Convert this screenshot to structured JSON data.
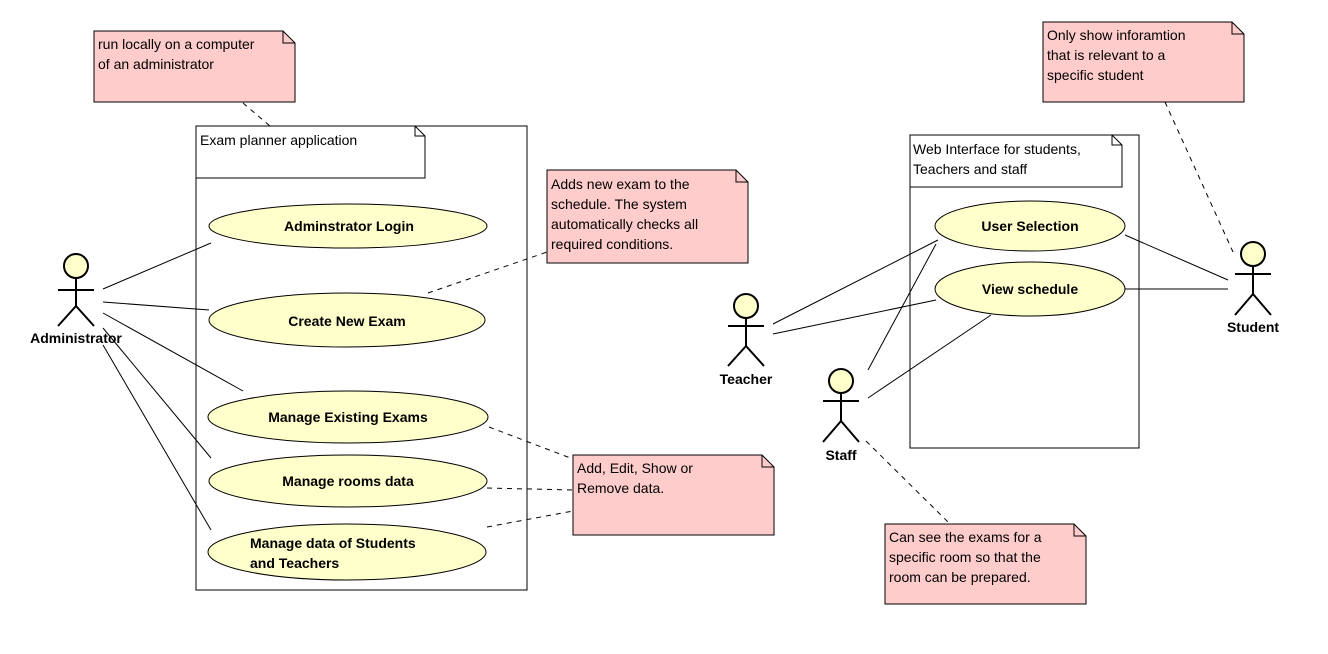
{
  "colors": {
    "note_fill": "#ffcccc",
    "usecase_fill": "#ffffcc",
    "actor_fill": "#ffffcc",
    "system_fill": "#ffffff",
    "stroke": "#000000"
  },
  "systems": {
    "exam_planner": {
      "title": "Exam planner application"
    },
    "web_interface": {
      "title_lines": [
        "Web Interface for students,",
        "Teachers and staff"
      ]
    }
  },
  "actors": {
    "administrator": "Administrator",
    "teacher": "Teacher",
    "staff": "Staff",
    "student": "Student"
  },
  "use_cases": {
    "admin_login": [
      "Adminstrator Login"
    ],
    "create_exam": [
      "Create New Exam"
    ],
    "manage_exams": [
      "Manage Existing Exams"
    ],
    "manage_rooms": [
      "Manage rooms data"
    ],
    "manage_people": [
      "Manage data of Students",
      "and Teachers"
    ],
    "user_selection": [
      "User Selection"
    ],
    "view_schedule": [
      "View schedule"
    ]
  },
  "notes": {
    "run_locally": [
      "run locally on a computer",
      "of an administrator"
    ],
    "adds_exam": [
      "Adds new exam to the",
      "schedule. The system",
      "automatically checks all",
      "required conditions."
    ],
    "add_edit": [
      "Add, Edit, Show or",
      "Remove data."
    ],
    "only_show": [
      "Only show inforamtion",
      "that is relevant to a",
      "specific student"
    ],
    "can_see": [
      "Can see the exams for a",
      "specific room so that the",
      "room can be prepared."
    ]
  }
}
